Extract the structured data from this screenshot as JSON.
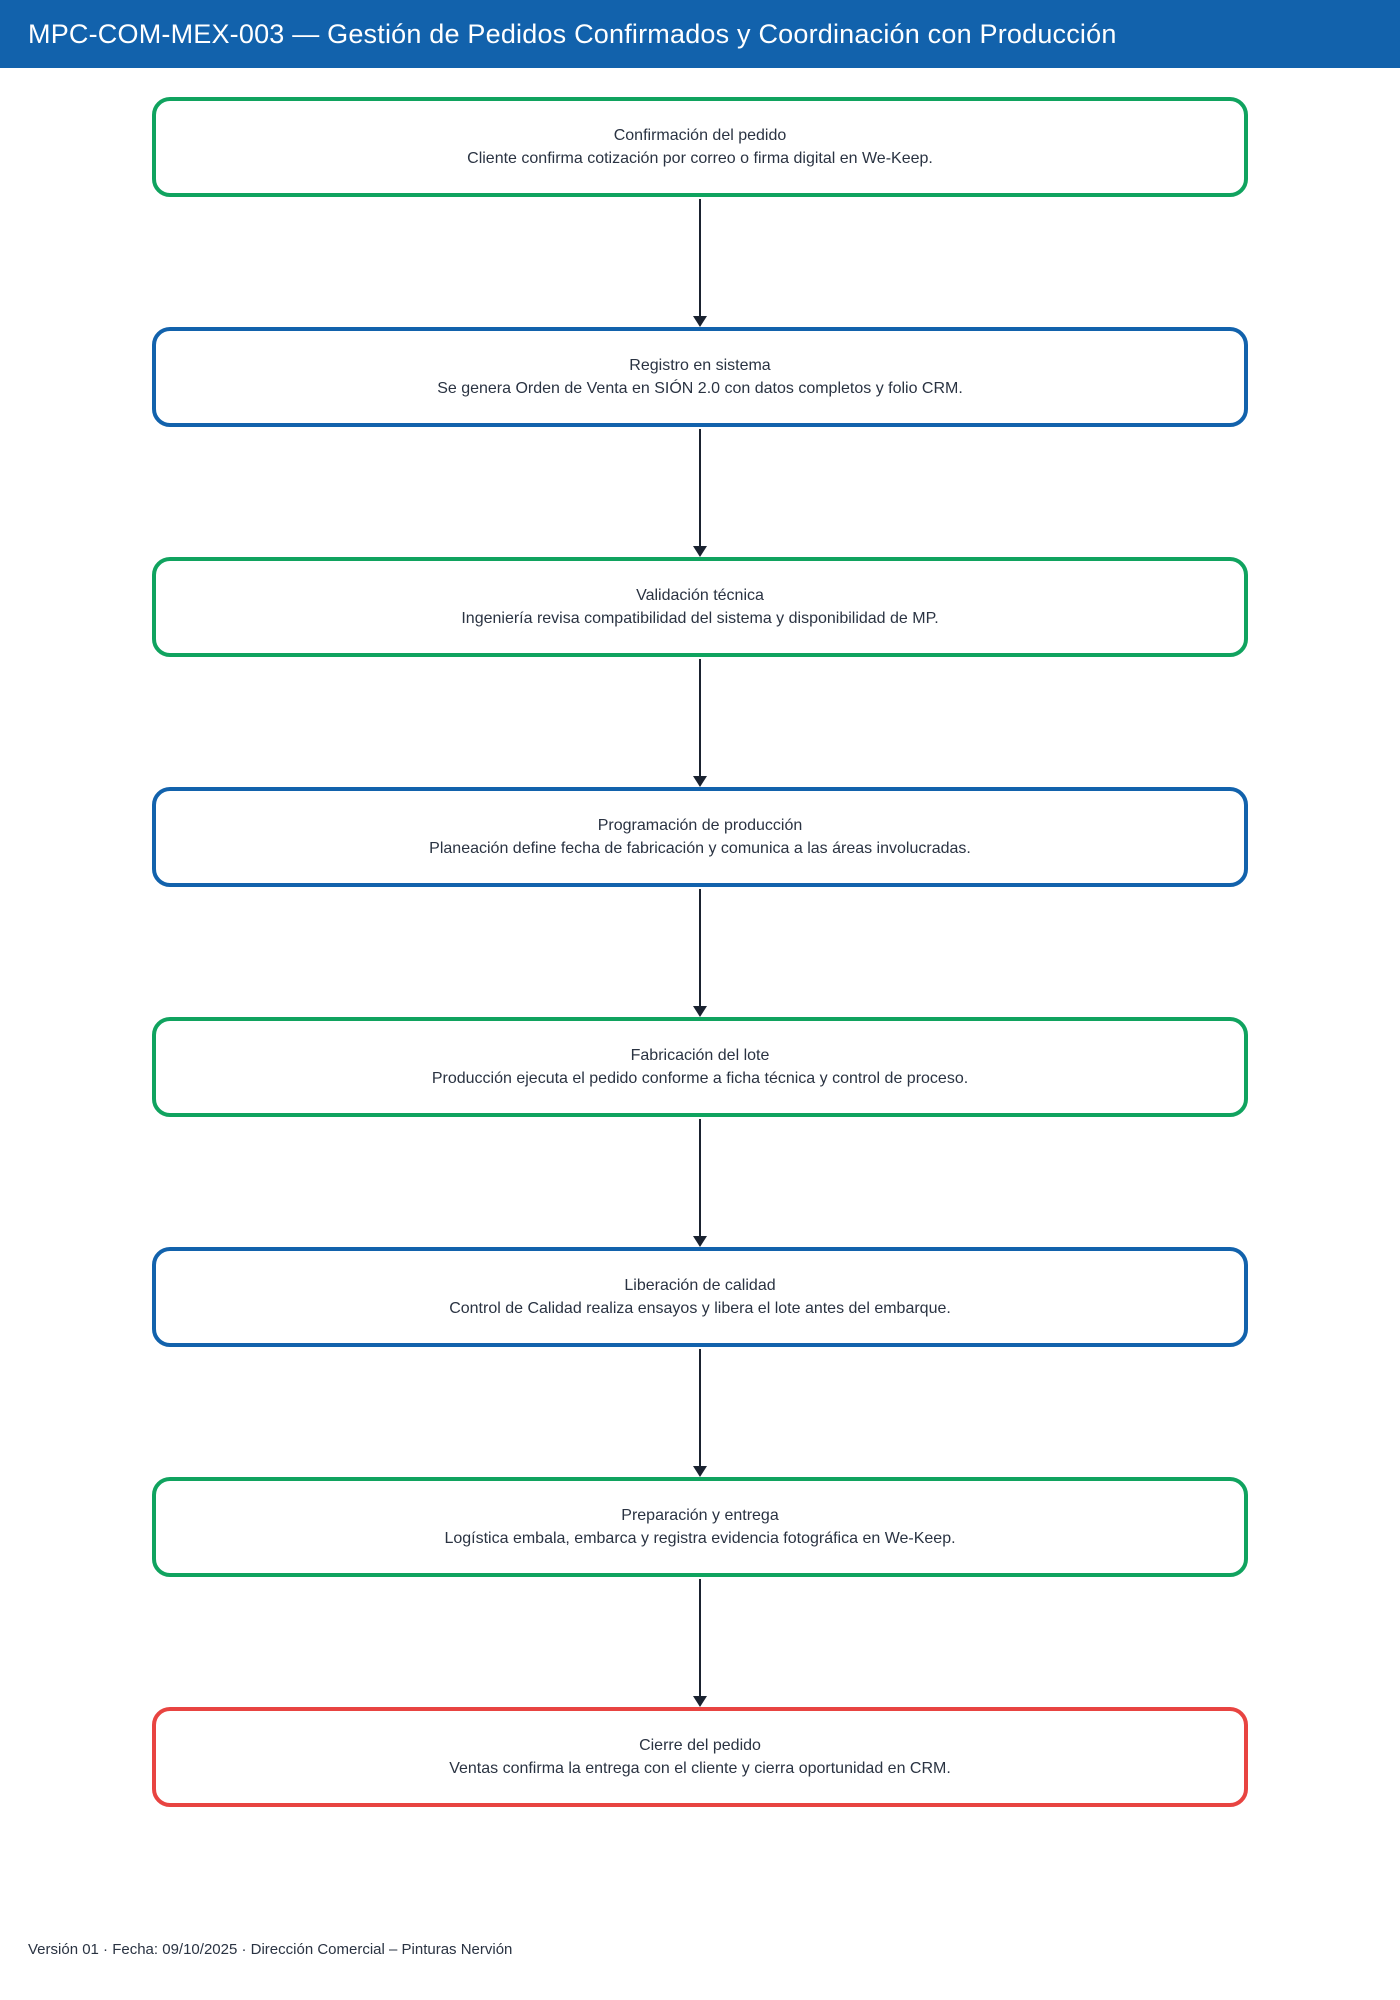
{
  "colors": {
    "header_bg": "#1262ac",
    "header_text": "#ffffff",
    "box_text": "#2a3342",
    "arrow": "#1a2230",
    "green_border": "#10a35f",
    "blue_border": "#1262ac",
    "red_border": "#e84441"
  },
  "header": {
    "title": "MPC-COM-MEX-003 — Gestión de Pedidos Confirmados y Coordinación con Producción"
  },
  "steps": [
    {
      "title": "Confirmación del pedido",
      "description": "Cliente confirma cotización por correo o firma digital en We-Keep.",
      "border_color": "#10a35f"
    },
    {
      "title": "Registro en sistema",
      "description": "Se genera Orden de Venta en SIÓN 2.0 con datos completos y folio CRM.",
      "border_color": "#1262ac"
    },
    {
      "title": "Validación técnica",
      "description": "Ingeniería revisa compatibilidad del sistema y disponibilidad de MP.",
      "border_color": "#10a35f"
    },
    {
      "title": "Programación de producción",
      "description": "Planeación define fecha de fabricación y comunica a las áreas involucradas.",
      "border_color": "#1262ac"
    },
    {
      "title": "Fabricación del lote",
      "description": "Producción ejecuta el pedido conforme a ficha técnica y control de proceso.",
      "border_color": "#10a35f"
    },
    {
      "title": "Liberación de calidad",
      "description": "Control de Calidad realiza ensayos y libera el lote antes del embarque.",
      "border_color": "#1262ac"
    },
    {
      "title": "Preparación y entrega",
      "description": "Logística embala, embarca y registra evidencia fotográfica en We-Keep.",
      "border_color": "#10a35f"
    },
    {
      "title": "Cierre del pedido",
      "description": "Ventas confirma la entrega con el cliente y cierra oportunidad en CRM.",
      "border_color": "#e84441"
    }
  ],
  "footer": {
    "text": "Versión 01 · Fecha: 09/10/2025 · Dirección Comercial – Pinturas Nervión"
  }
}
